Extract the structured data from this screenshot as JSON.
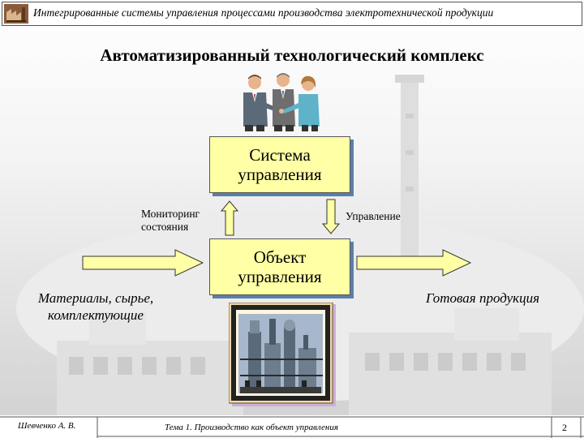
{
  "header": {
    "title": "Интегрированные системы управления процессами производства электротехнической продукции"
  },
  "slide": {
    "title": "Автоматизированный технологический комплекс"
  },
  "boxes": {
    "system": {
      "line1": "Система",
      "line2": "управления"
    },
    "object": {
      "line1": "Объект",
      "line2": "управления"
    }
  },
  "labels": {
    "monitoring_line1": "Мониторинг",
    "monitoring_line2": "состояния",
    "control": "Управление",
    "inputs_line1": "Материалы, сырье,",
    "inputs_line2": "комплектующие",
    "output": "Готовая продукция"
  },
  "footer": {
    "author": "Шевченко А. В.",
    "topic": "Тема 1. Производство как объект управления",
    "page": "2"
  },
  "icons": [
    "factory-logo-icon",
    "people-handshake-icon",
    "factory-clipart-icon"
  ],
  "colors": {
    "box_fill": "#ffffa6",
    "box_shadow": "#5a7fa8",
    "arrow_fill": "#ffffa6"
  }
}
